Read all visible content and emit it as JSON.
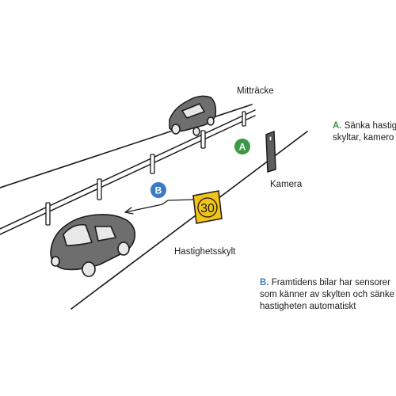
{
  "labels": {
    "mittracke": "Mitträcke",
    "kamera": "Kamera",
    "skylt": "Hastighetsskylt"
  },
  "markers": {
    "a": {
      "letter": "A",
      "color": "#3a9a45"
    },
    "b": {
      "letter": "B",
      "color": "#3a7cc4"
    }
  },
  "sign": {
    "value": "30",
    "color": "#f2c418"
  },
  "note_a": {
    "key": "A.",
    "line1": "Sänka hastig",
    "line2": "skyltar, kamero"
  },
  "note_b": {
    "key": "B.",
    "line1": "Framtidens bilar har sensorer",
    "line2": "som känner av skylten och sänke",
    "line3": "hastigheten automatiskt"
  },
  "colors": {
    "car": "#6e6e6e",
    "car_window": "#e8e8e8",
    "line": "#1a1a1a"
  }
}
